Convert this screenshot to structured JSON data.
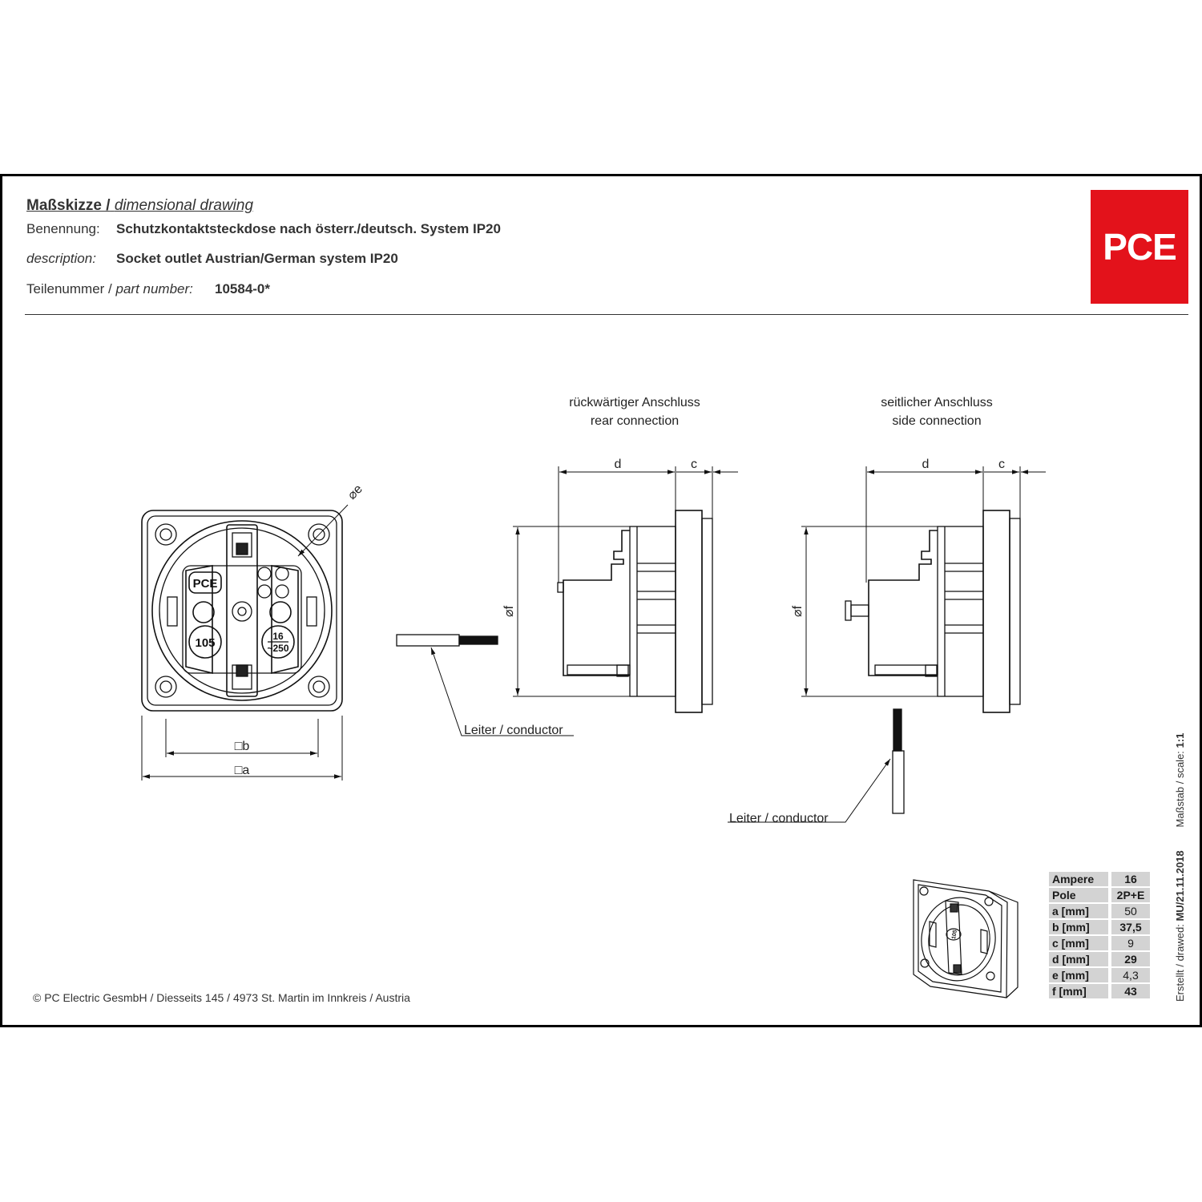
{
  "header": {
    "title_de": "Maßskizze /",
    "title_en": "dimensional drawing",
    "designation_label": "Benennung:",
    "designation_value": "Schutzkontaktsteckdose nach österr./deutsch. System IP20",
    "description_label": "description:",
    "description_value": "Socket outlet Austrian/German system IP20",
    "part_label_de": "Teilenummer /",
    "part_label_en": "part number:",
    "part_value": "10584-0*"
  },
  "logo": {
    "text": "PCE",
    "color": "#e3121b"
  },
  "views": {
    "rear": {
      "title_de": "rückwärtiger Anschluss",
      "title_en": "rear connection"
    },
    "side": {
      "title_de": "seitlicher Anschluss",
      "title_en": "side connection"
    }
  },
  "dim_labels": {
    "a": "□a",
    "b": "□b",
    "c": "c",
    "d": "d",
    "e": "⌀e",
    "f": "⌀f"
  },
  "front_marks": {
    "brand": "PCE",
    "code": "105",
    "rating_top": "16",
    "rating_bottom": "~250"
  },
  "callouts": {
    "conductor": "Leiter / conductor"
  },
  "spec_table": [
    {
      "key": "Ampere",
      "value": "16",
      "bold": true
    },
    {
      "key": "Pole",
      "value": "2P+E",
      "bold": true
    },
    {
      "key": "a [mm]",
      "value": "50",
      "bold": false
    },
    {
      "key": "b [mm]",
      "value": "37,5",
      "bold": true
    },
    {
      "key": "c [mm]",
      "value": "9",
      "bold": false
    },
    {
      "key": "d [mm]",
      "value": "29",
      "bold": true
    },
    {
      "key": "e [mm]",
      "value": "4,3",
      "bold": false
    },
    {
      "key": "f [mm]",
      "value": "43",
      "bold": true
    }
  ],
  "side_note": {
    "created_label": "Erstellt / drawed:",
    "created_value": "MU/21.11.2018",
    "scale_label": "Maßstab / scale:",
    "scale_value": "1:1"
  },
  "footer": {
    "text": "© PC Electric GesmbH / Diesseits 145 / 4973 St. Martin im Innkreis / Austria"
  }
}
